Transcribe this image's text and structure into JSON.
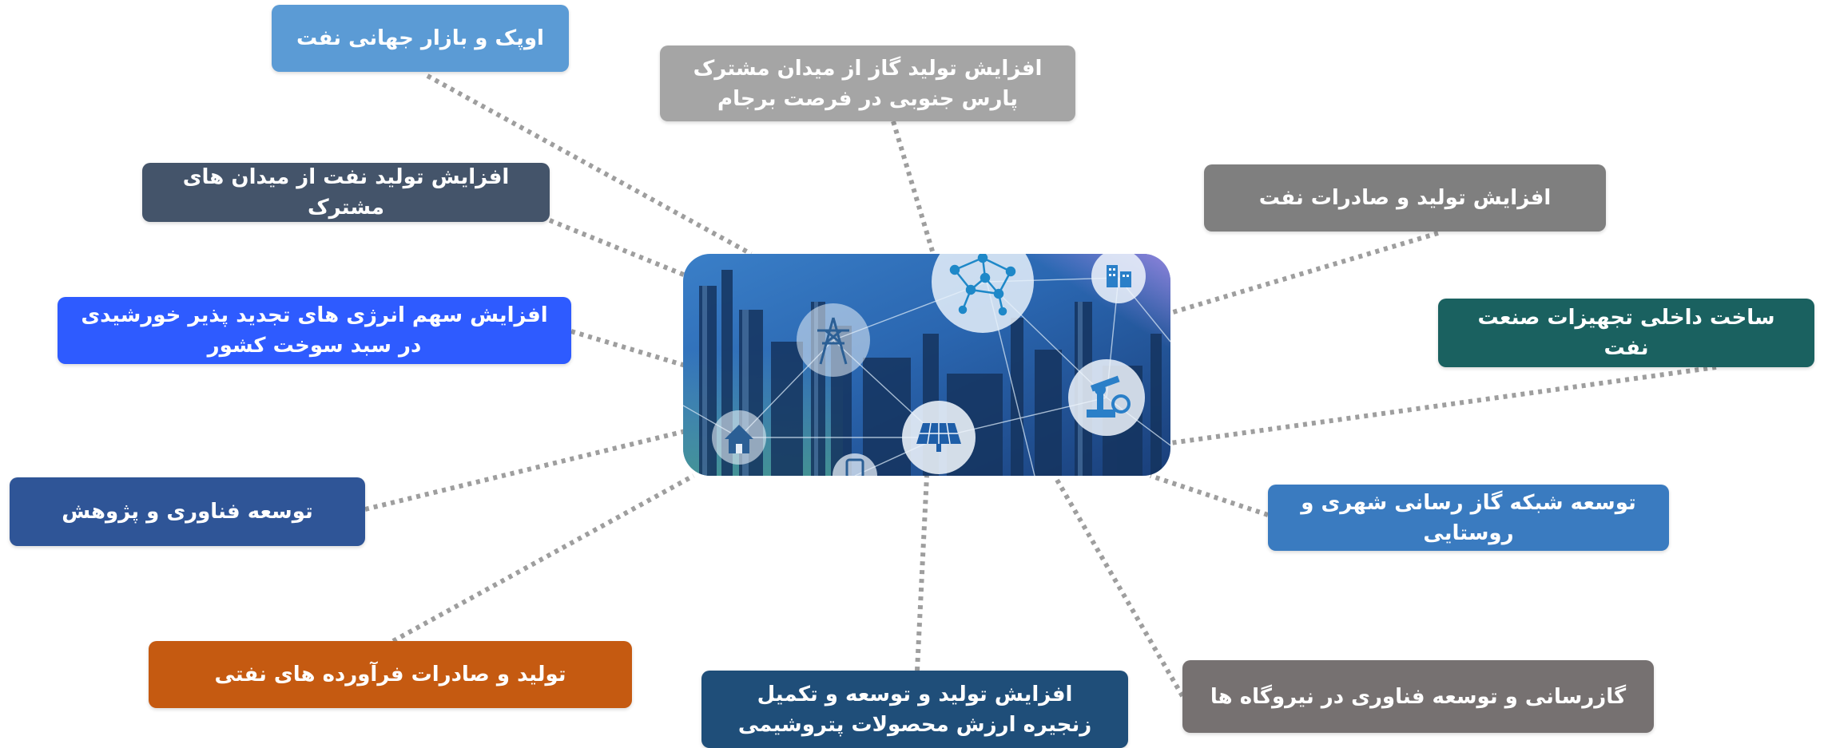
{
  "colors": {
    "connector": "#9e9e9e",
    "opec": "#5b9bd5",
    "pars_gas": "#a5a5a5",
    "shared_oil": "#44546a",
    "oil_exports": "#7f7f7f",
    "renewables": "#2e5bff",
    "equipment": "#1a6160",
    "research": "#2f5597",
    "gas_network": "#3a7bc0",
    "refined_products": "#c55a11",
    "petrochem": "#1f4e79",
    "power_plants": "#767171"
  },
  "hub": {
    "icons": [
      "network-brain-icon",
      "building-icon",
      "transmission-tower-icon",
      "robot-arm-icon",
      "solar-panel-icon",
      "home-icon",
      "smartphone-icon"
    ]
  },
  "boxes": {
    "opec": "اوپک و بازار جهانی نفت",
    "pars_gas": "افزایش تولید گاز از میدان مشترک پارس جنوبی در فرصت برجام",
    "shared_oil": "افزایش تولید نفت از میدان های مشترک",
    "oil_exports": "افزایش تولید و صادرات نفت",
    "renewables": "افزایش سهم انرژی های تجدید پذیر خورشیدی در سبد سوخت کشور",
    "equipment": "ساخت داخلی تجهیزات صنعت نفت",
    "research": "توسعه فناوری و پژوهش",
    "gas_network": "توسعه شبکه گاز رسانی شهری و روستایی",
    "refined_products": "تولید و صادرات فرآورده های نفتی",
    "petrochem": "افزایش تولید و توسعه  و تکمیل زنجیره ارزش محصولات پتروشیمی",
    "power_plants": "گازرسانی و توسعه فناوری در نیروگاه ها"
  }
}
